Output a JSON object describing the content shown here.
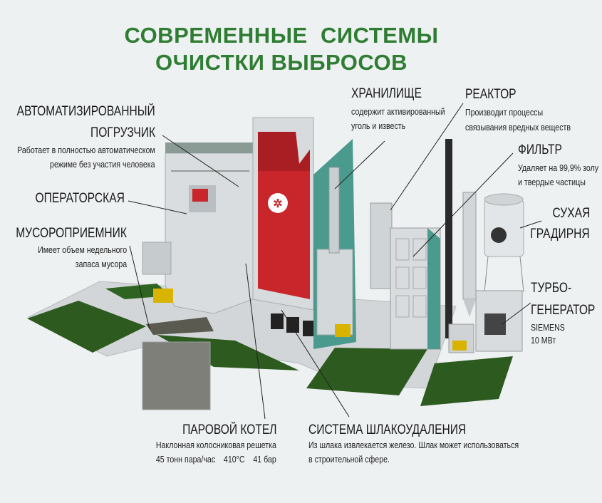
{
  "title": {
    "line1": "СОВРЕМЕННЫЕ  СИСТЕМЫ",
    "line2": "ОЧИСТКИ ВЫБРОСОВ"
  },
  "labels": {
    "loader": {
      "title1": "АВТОМАТИЗИРОВАННЫЙ",
      "title2": "ПОГРУЗЧИК",
      "desc1": "Работает в полностью автоматическом",
      "desc2": "режиме без участия человека"
    },
    "operator": {
      "title": "ОПЕРАТОРСКАЯ"
    },
    "bunker": {
      "title": "МУСОРОПРИЕМНИК",
      "desc1": "Имеет объем недельного",
      "desc2": "запаса мусора"
    },
    "storage": {
      "title": "ХРАНИЛИЩЕ",
      "desc1": "содержит активированный",
      "desc2": "уголь и известь"
    },
    "reactor": {
      "title": "РЕАКТОР",
      "desc1": "Производит процессы",
      "desc2": "связывания вредных веществ"
    },
    "filter": {
      "title": "ФИЛЬТР",
      "desc1": "Удаляет на 99,9% золу",
      "desc2": "и твердые частицы"
    },
    "cooler": {
      "title1": "СУХАЯ",
      "title2": "ГРАДИРНЯ"
    },
    "turbine": {
      "title1": "ТУРБО-",
      "title2": "ГЕНЕРАТОР",
      "desc1": "SIEMENS",
      "desc2": "10 МВт"
    },
    "boiler": {
      "title": "ПАРОВОЙ КОТЕЛ",
      "desc1": "Наклонная колосниковая решетка",
      "desc2": "45 тонн пара/час    410°C    41 бар"
    },
    "slag": {
      "title": "СИСТЕМА ШЛАКОУДАЛЕНИЯ",
      "desc1": "Из шлака извлекается железо. Шлак может использоваться",
      "desc2": "в строительной сфере."
    }
  },
  "colors": {
    "title": "#2f7d33",
    "boiler": "#c8262b",
    "teal": "#4a9a8e",
    "grass": "#2e5e1e",
    "ground": "#cfd3d5"
  }
}
